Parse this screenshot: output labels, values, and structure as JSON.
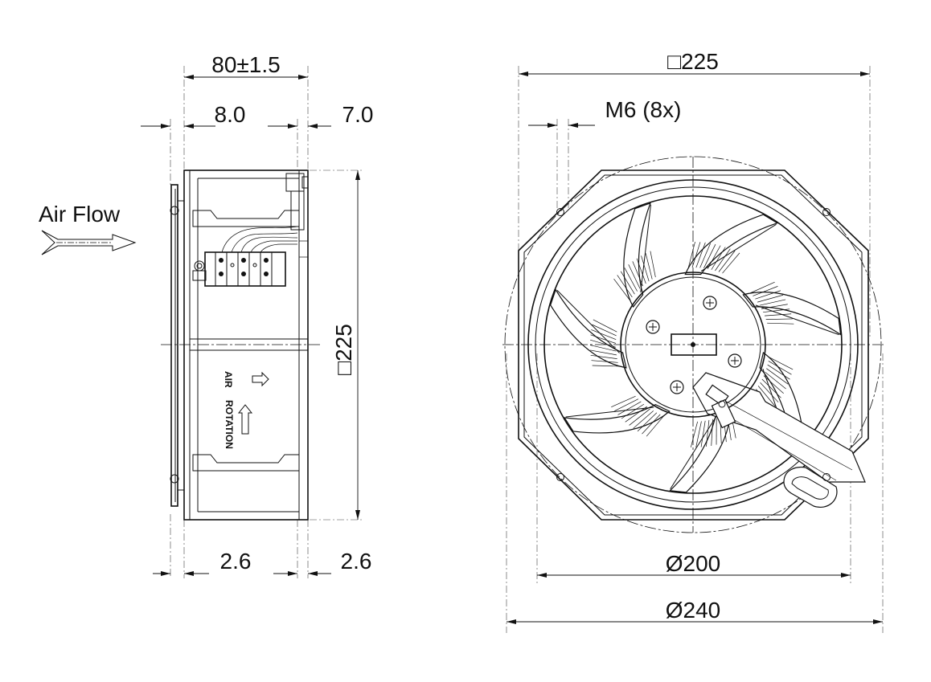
{
  "side_view": {
    "dim_depth": "80±1.5",
    "dim_inlet": "8.0",
    "dim_outlet": "7.0",
    "dim_height": "□225",
    "dim_bottom_left": "2.6",
    "dim_bottom_right": "2.6",
    "air_flow": "Air Flow",
    "air_label": "AIR",
    "rotation_label": "ROTATION"
  },
  "front_view": {
    "dim_square": "□225",
    "dim_thread": "M6 (8x)",
    "dim_inner_diameter": "Ø200",
    "dim_outer_diameter": "Ø240"
  }
}
